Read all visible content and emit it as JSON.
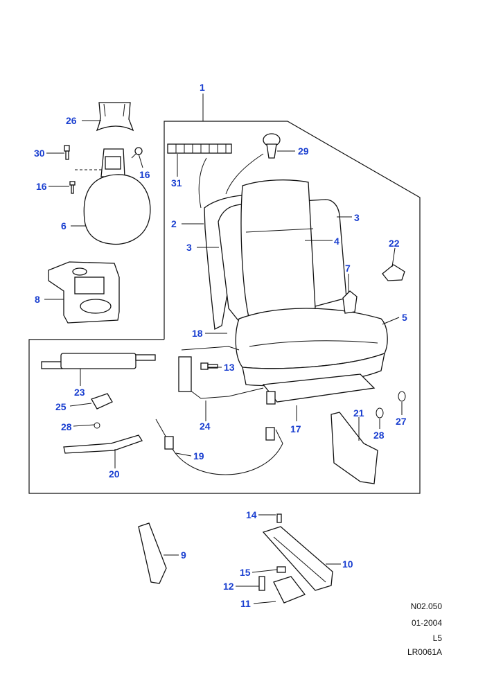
{
  "diagram": {
    "callouts": [
      {
        "id": "1",
        "label": "1"
      },
      {
        "id": "2",
        "label": "2"
      },
      {
        "id": "3a",
        "label": "3"
      },
      {
        "id": "3b",
        "label": "3"
      },
      {
        "id": "4",
        "label": "4"
      },
      {
        "id": "5",
        "label": "5"
      },
      {
        "id": "6",
        "label": "6"
      },
      {
        "id": "7",
        "label": "7"
      },
      {
        "id": "8",
        "label": "8"
      },
      {
        "id": "9",
        "label": "9"
      },
      {
        "id": "10",
        "label": "10"
      },
      {
        "id": "11",
        "label": "11"
      },
      {
        "id": "12",
        "label": "12"
      },
      {
        "id": "13",
        "label": "13"
      },
      {
        "id": "14",
        "label": "14"
      },
      {
        "id": "15",
        "label": "15"
      },
      {
        "id": "16a",
        "label": "16"
      },
      {
        "id": "16b",
        "label": "16"
      },
      {
        "id": "17",
        "label": "17"
      },
      {
        "id": "18",
        "label": "18"
      },
      {
        "id": "19",
        "label": "19"
      },
      {
        "id": "20",
        "label": "20"
      },
      {
        "id": "21",
        "label": "21"
      },
      {
        "id": "22",
        "label": "22"
      },
      {
        "id": "23",
        "label": "23"
      },
      {
        "id": "24",
        "label": "24"
      },
      {
        "id": "25",
        "label": "25"
      },
      {
        "id": "26",
        "label": "26"
      },
      {
        "id": "27",
        "label": "27"
      },
      {
        "id": "28a",
        "label": "28"
      },
      {
        "id": "28b",
        "label": "28"
      },
      {
        "id": "29",
        "label": "29"
      },
      {
        "id": "30",
        "label": "30"
      },
      {
        "id": "31",
        "label": "31"
      }
    ]
  },
  "reference": {
    "code": "N02.050",
    "date": "01-2004",
    "level": "L5",
    "illustration": "LR0061A"
  },
  "colors": {
    "callout": "#1a3fd0",
    "line": "#111111"
  }
}
